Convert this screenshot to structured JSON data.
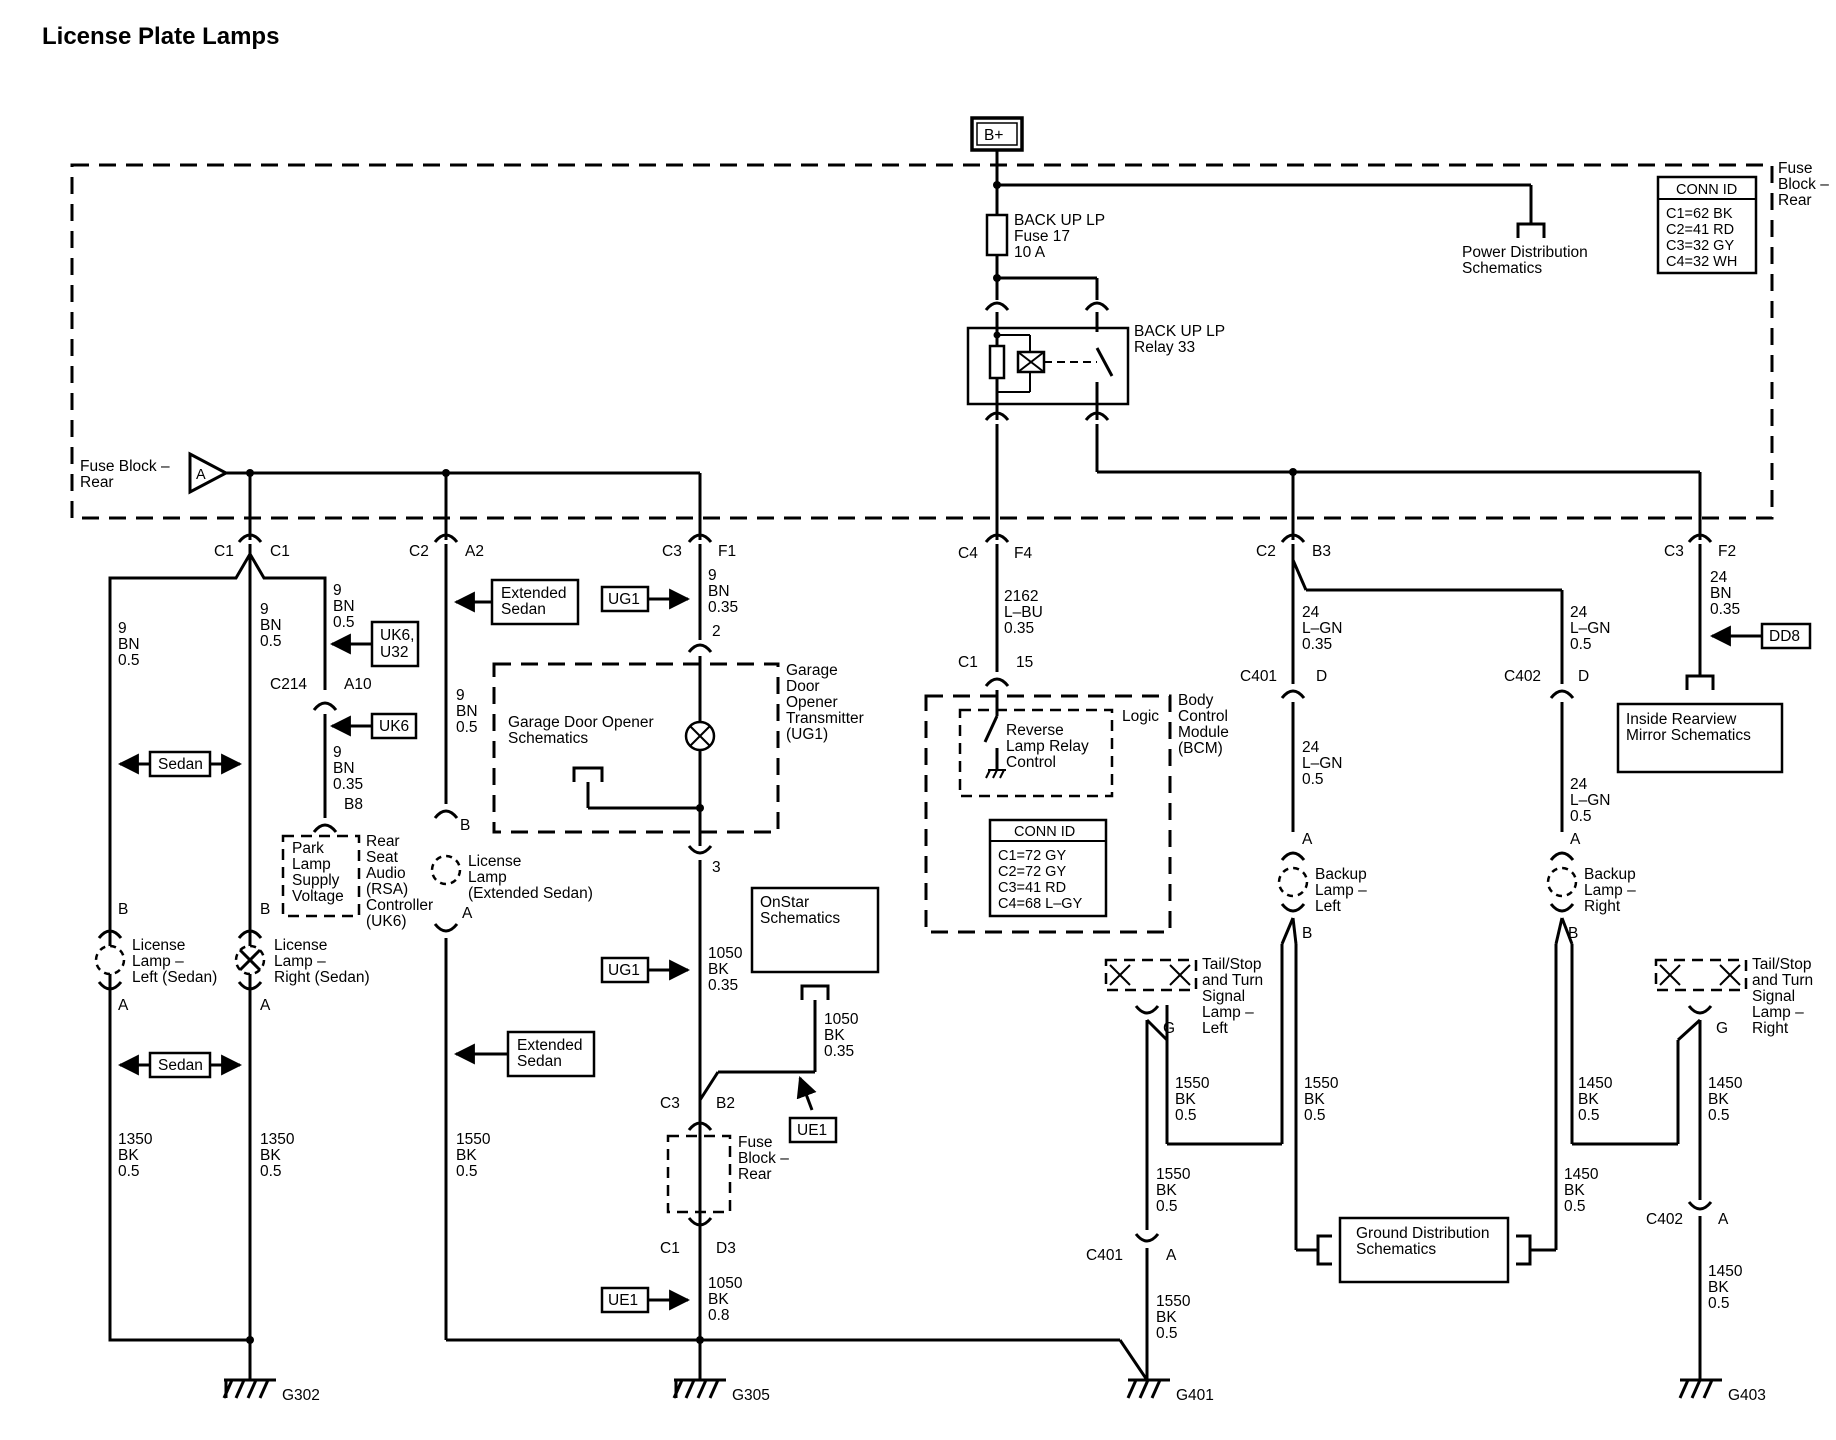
{
  "title": "License Plate Lamps",
  "power": {
    "label": "B+"
  },
  "fuse_block": {
    "label": [
      "Fuse",
      "Block –",
      "Rear"
    ]
  },
  "conn_id_fuse": {
    "title": "CONN ID",
    "lines": [
      "C1=62 BK",
      "C2=41 RD",
      "C3=32 GY",
      "C4=32 WH"
    ]
  },
  "fuse": {
    "lines": [
      "BACK UP LP",
      "Fuse 17",
      "10 A"
    ]
  },
  "relay": {
    "lines": [
      "BACK UP LP",
      "Relay 33"
    ]
  },
  "power_dist": {
    "lines": [
      "Power Distribution",
      "Schematics"
    ]
  },
  "fb_ref": {
    "lines": [
      "Fuse Block –",
      "Rear"
    ],
    "letter": "A"
  },
  "conn_top": {
    "c1_left": "C1",
    "c1_right": "C1",
    "c2_a2_left": "C2",
    "c2_a2_right": "A2",
    "c3_f1_left": "C3",
    "c3_f1_right": "F1",
    "c4_f4_left": "C4",
    "c4_f4_right": "F4",
    "c2_b3_left": "C2",
    "c2_b3_right": "B3",
    "c3_f2_left": "C3",
    "c3_f2_right": "F2"
  },
  "wire_labels": {
    "w1": [
      "9",
      "BN",
      "0.5"
    ],
    "w2": [
      "9",
      "BN",
      "0.5"
    ],
    "w3": [
      "9",
      "BN",
      "0.5"
    ],
    "w4": [
      "9",
      "BN",
      "0.35"
    ],
    "w5": [
      "9",
      "BN",
      "0.5"
    ],
    "w6": [
      "9",
      "BN",
      "0.35"
    ],
    "w7": [
      "2162",
      "L–BU",
      "0.35"
    ],
    "w8": [
      "24",
      "L–GN",
      "0.35"
    ],
    "w9": [
      "24",
      "L–GN",
      "0.5"
    ],
    "w10": [
      "24",
      "BN",
      "0.35"
    ],
    "w11": [
      "24",
      "L–GN",
      "0.5"
    ],
    "w12": [
      "24",
      "L–GN",
      "0.5"
    ],
    "w13": [
      "1350",
      "BK",
      "0.5"
    ],
    "w14": [
      "1350",
      "BK",
      "0.5"
    ],
    "w15": [
      "1550",
      "BK",
      "0.5"
    ],
    "w16": [
      "1050",
      "BK",
      "0.35"
    ],
    "w17": [
      "1050",
      "BK",
      "0.35"
    ],
    "w18": [
      "1050",
      "BK",
      "0.8"
    ],
    "w19": [
      "1550",
      "BK",
      "0.5"
    ],
    "w20": [
      "1550",
      "BK",
      "0.5"
    ],
    "w21": [
      "1550",
      "BK",
      "0.5"
    ],
    "w22": [
      "1550",
      "BK",
      "0.5"
    ],
    "w23": [
      "1450",
      "BK",
      "0.5"
    ],
    "w24": [
      "1450",
      "BK",
      "0.5"
    ],
    "w25": [
      "1450",
      "BK",
      "0.5"
    ],
    "w26": [
      "1450",
      "BK",
      "0.5"
    ]
  },
  "ref_boxes": {
    "uk6_u32": [
      "UK6,",
      "U32"
    ],
    "uk6": "UK6",
    "sedan1": "Sedan",
    "sedan2": "Sedan",
    "ext_sedan1": [
      "Extended",
      "Sedan"
    ],
    "ext_sedan2": [
      "Extended",
      "Sedan"
    ],
    "ug1_a": "UG1",
    "ug1_b": "UG1",
    "ue1_a": "UE1",
    "ue1_b": "UE1",
    "dd8": "DD8"
  },
  "pins": {
    "c214": "C214",
    "a10": "A10",
    "b8": "B8",
    "b_ext": "B",
    "a_ext": "A",
    "p2": "2",
    "p3": "3",
    "c1_bcm": "C1",
    "p15": "15",
    "c401_top": "C401",
    "d1": "D",
    "c402_top": "C402",
    "d2": "D",
    "a_bl": "A",
    "b_bl": "B",
    "a_br": "A",
    "b_br": "B",
    "g_tl": "G",
    "g_tr": "G",
    "b_ll": "B",
    "a_ll": "A",
    "b_lr": "B",
    "a_lr": "A",
    "c3_b2_left": "C3",
    "c3_b2_right": "B2",
    "c1_d3_left": "C1",
    "c1_d3_right": "D3",
    "c401_bot": "C401",
    "a_c401": "A",
    "c402_bot": "C402",
    "a_c402": "A"
  },
  "components": {
    "rsa_box": [
      "Park",
      "Lamp",
      "Supply",
      "Voltage"
    ],
    "rsa_label": [
      "Rear",
      "Seat",
      "Audio",
      "(RSA)",
      "Controller",
      "(UK6)"
    ],
    "lamp_ext": [
      "License",
      "Lamp",
      "(Extended Sedan)"
    ],
    "lamp_left": [
      "License",
      "Lamp –",
      "Left (Sedan)"
    ],
    "lamp_right": [
      "License",
      "Lamp –",
      "Right (Sedan)"
    ],
    "garage_inner": [
      "Garage Door Opener",
      "Schematics"
    ],
    "garage_label": [
      "Garage",
      "Door",
      "Opener",
      "Transmitter",
      "(UG1)"
    ],
    "onstar": [
      "OnStar",
      "Schematics"
    ],
    "fb_small": [
      "Fuse",
      "Block –",
      "Rear"
    ],
    "bcm_logic": "Logic",
    "bcm_inner": [
      "Reverse",
      "Lamp Relay",
      "Control"
    ],
    "bcm_label": [
      "Body",
      "Control",
      "Module",
      "(BCM)"
    ],
    "conn_id_bcm": {
      "title": "CONN ID",
      "lines": [
        "C1=72 GY",
        "C2=72 GY",
        "C3=41 RD",
        "C4=68 L–GY"
      ]
    },
    "backup_left": [
      "Backup",
      "Lamp –",
      "Left"
    ],
    "backup_right": [
      "Backup",
      "Lamp –",
      "Right"
    ],
    "tail_left": [
      "Tail/Stop",
      "and Turn",
      "Signal",
      "Lamp –",
      "Left"
    ],
    "tail_right": [
      "Tail/Stop",
      "and Turn",
      "Signal",
      "Lamp –",
      "Right"
    ],
    "mirror": [
      "Inside Rearview",
      "Mirror Schematics"
    ],
    "ground_dist": [
      "Ground Distribution",
      "Schematics"
    ]
  },
  "grounds": {
    "g302": "G302",
    "g305": "G305",
    "g401": "G401",
    "g403": "G403"
  }
}
